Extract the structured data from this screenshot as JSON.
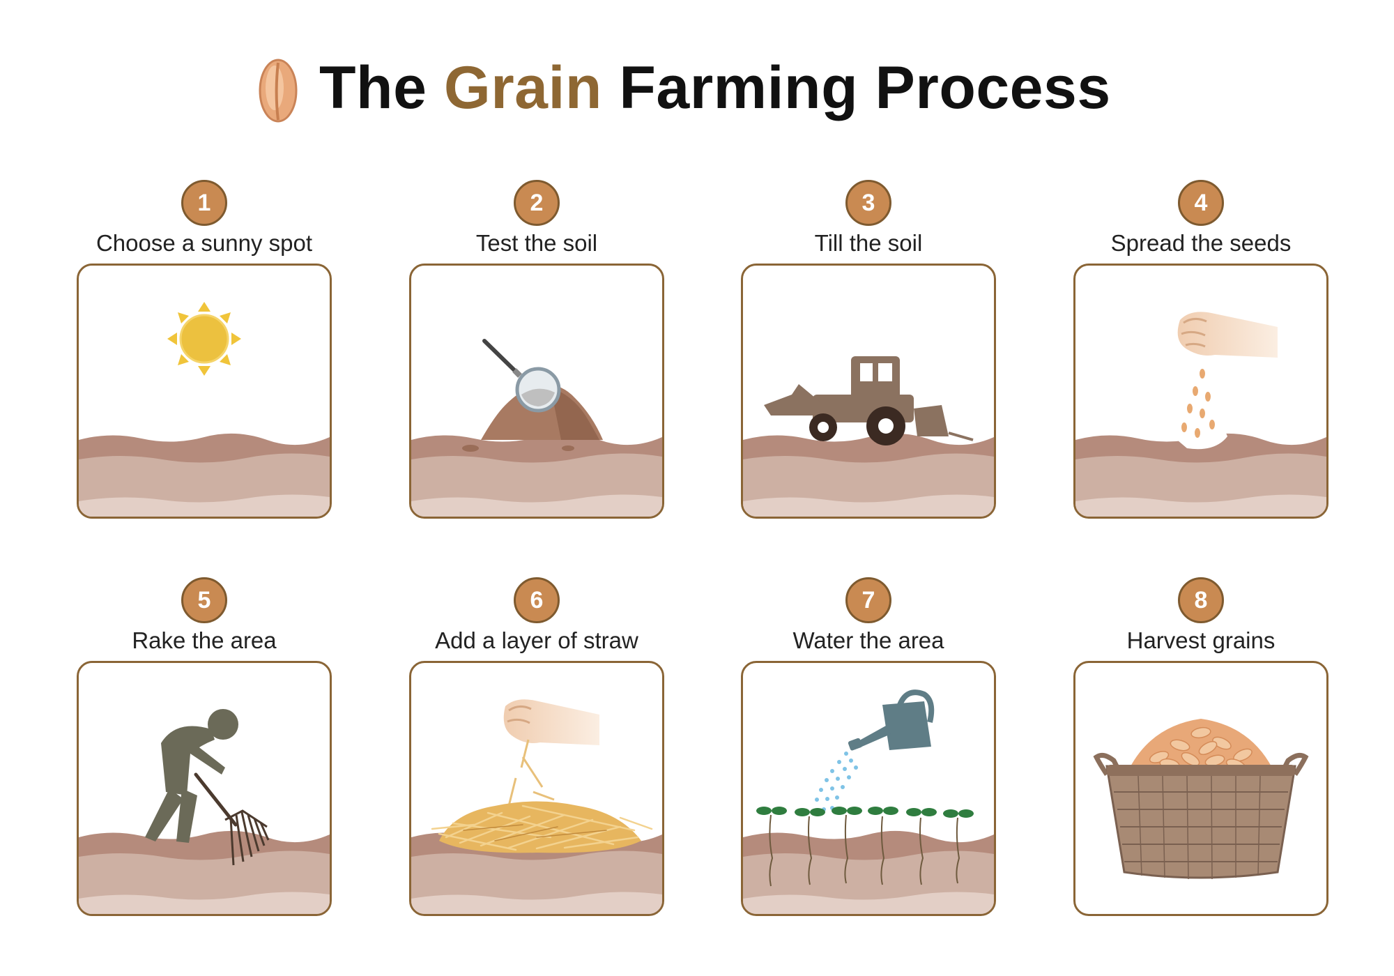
{
  "title": {
    "prefix": "The",
    "accent": "Grain",
    "suffix": "Farming Process",
    "accent_color": "#8e6733"
  },
  "steps": [
    {
      "number": "1",
      "label": "Choose a sunny spot",
      "icon": "sun-icon"
    },
    {
      "number": "2",
      "label": "Test the soil",
      "icon": "magnifier-soil-icon"
    },
    {
      "number": "3",
      "label": "Till the soil",
      "icon": "tractor-icon"
    },
    {
      "number": "4",
      "label": "Spread the seeds",
      "icon": "hand-seeds-icon"
    },
    {
      "number": "5",
      "label": "Rake the area",
      "icon": "person-raking-icon"
    },
    {
      "number": "6",
      "label": "Add a layer of straw",
      "icon": "straw-icon"
    },
    {
      "number": "7",
      "label": "Water the area",
      "icon": "watering-can-icon"
    },
    {
      "number": "8",
      "label": "Harvest grains",
      "icon": "grain-basket-icon"
    }
  ],
  "colors": {
    "badge": "#c98a52",
    "card_border": "#8a6536",
    "soil_top": "#b58b7c",
    "soil_mid": "#cdb0a3",
    "soil_light": "#e3cfc6"
  }
}
